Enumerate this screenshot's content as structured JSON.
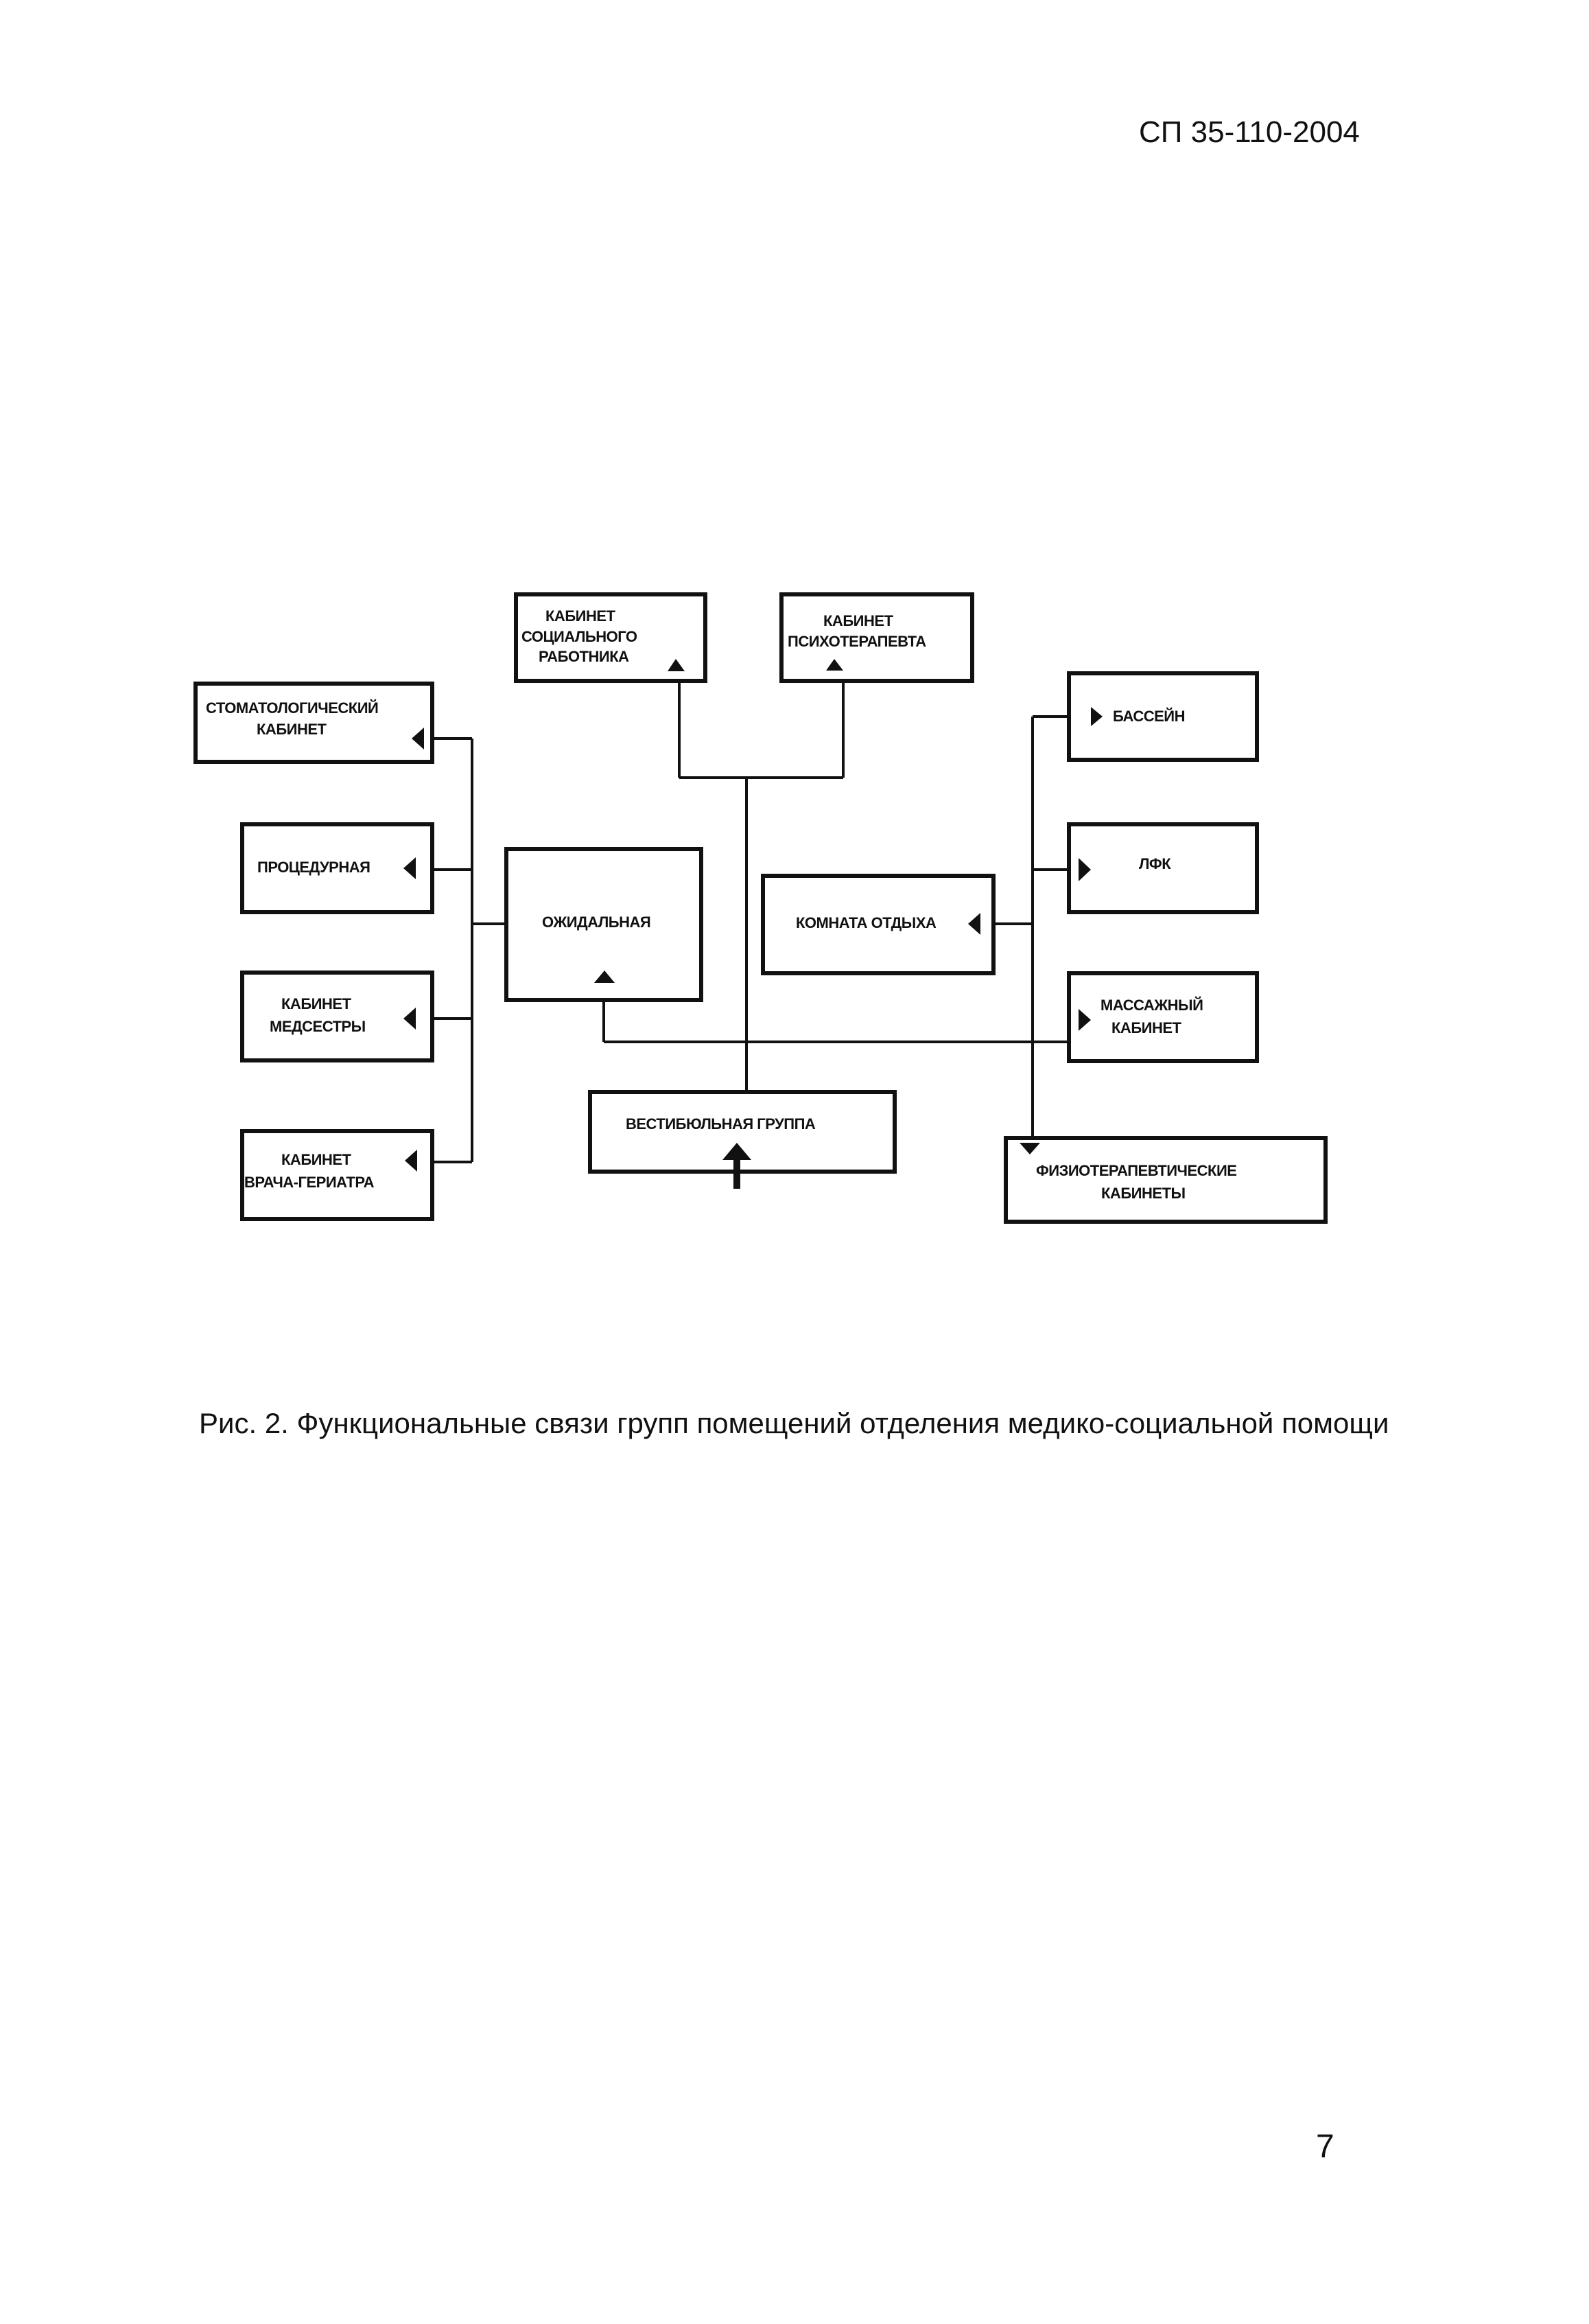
{
  "header": {
    "doc_code": "СП 35-110-2004"
  },
  "diagram": {
    "nodes": {
      "social_worker": [
        "КАБИНЕТ",
        "СОЦИАЛЬНОГО",
        "РАБОТНИКА"
      ],
      "psychotherapist": [
        "КАБИНЕТ",
        "ПСИХОТЕРАПЕВТА"
      ],
      "dental": [
        "СТОМАТОЛОГИЧЕСКИЙ",
        "КАБИНЕТ"
      ],
      "procedure": [
        "ПРОЦЕДУРНАЯ"
      ],
      "waiting": [
        "ОЖИДАЛЬНАЯ"
      ],
      "rest_room": [
        "КОМНАТА ОТДЫХА"
      ],
      "nurse": [
        "КАБИНЕТ",
        "МЕДСЕСТРЫ"
      ],
      "geriatrician": [
        "КАБИНЕТ",
        "ВРАЧА-ГЕРИАТРА"
      ],
      "vestibule": [
        "ВЕСТИБЮЛЬНАЯ ГРУППА"
      ],
      "pool": [
        "БАССЕЙН"
      ],
      "lfk": [
        "ЛФК"
      ],
      "massage": [
        "МАССАЖНЫЙ",
        "КАБИНЕТ"
      ],
      "physio": [
        "ФИЗИОТЕРАПЕВТИЧЕСКИЕ",
        "КАБИНЕТЫ"
      ]
    }
  },
  "caption": "Рис. 2. Функциональные связи групп помещений отделения медико-социальной помощи",
  "page_number": "7"
}
